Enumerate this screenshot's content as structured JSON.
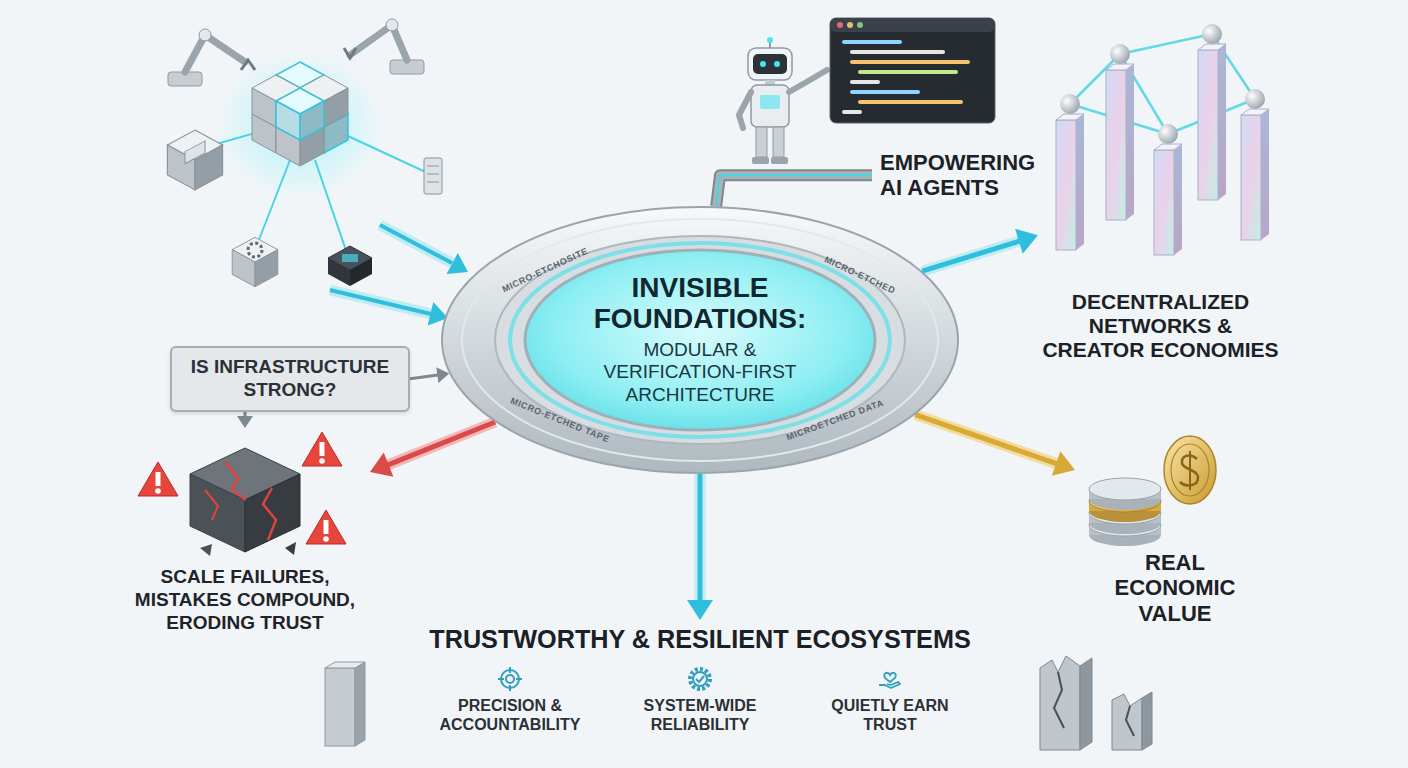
{
  "diagram": {
    "nodes": [
      {
        "text": [
          "INVISIBLE FOUNDATIONS:",
          "MODULAR & VERIFICATION-FIRST ARCHITECTURE"
        ]
      },
      {
        "text": [
          "EMPOWERING AI AGENTS"
        ]
      },
      {
        "text": [
          "DECENTRALIZED NETWORKS & CREATOR ECONOMIES"
        ]
      },
      {
        "text": [
          "REAL ECONOMIC VALUE"
        ]
      },
      {
        "text": [
          "TRUSTWORTHY & RESILIENT ECOSYSTEMS"
        ]
      },
      {
        "text": [
          "PRECISION & ACCOUNTABILITY"
        ],
        "in": 4
      },
      {
        "text": [
          "SYSTEM-WIDE RELIABILITY"
        ],
        "in": 4
      },
      {
        "text": [
          "QUIETLY EARN TRUST"
        ],
        "in": 4
      },
      {
        "text": [
          "SCALE FAILURES, MISTAKES COMPOUND, ERODING TRUST"
        ]
      },
      {
        "text": [
          "IS INFRASTRUCTURE STRONG?"
        ]
      }
    ],
    "edges": [
      {
        "from": 0,
        "to": 1,
        "arrow": "none"
      },
      {
        "from": 0,
        "to": 2,
        "arrow": "to"
      },
      {
        "from": 0,
        "to": 3,
        "arrow": "to"
      },
      {
        "from": 0,
        "to": 4,
        "arrow": "to"
      },
      {
        "from": 0,
        "to": 8,
        "arrow": "to"
      },
      {
        "from": 9,
        "to": 0,
        "arrow": "to"
      },
      {
        "from": 9,
        "to": 8,
        "arrow": "to"
      }
    ],
    "labels": [
      "MICRO-ETCHOSITE",
      "MICRO-ETCHED",
      "MICRO-ETCHED TAPE",
      "MICROETCHED DATA"
    ]
  }
}
